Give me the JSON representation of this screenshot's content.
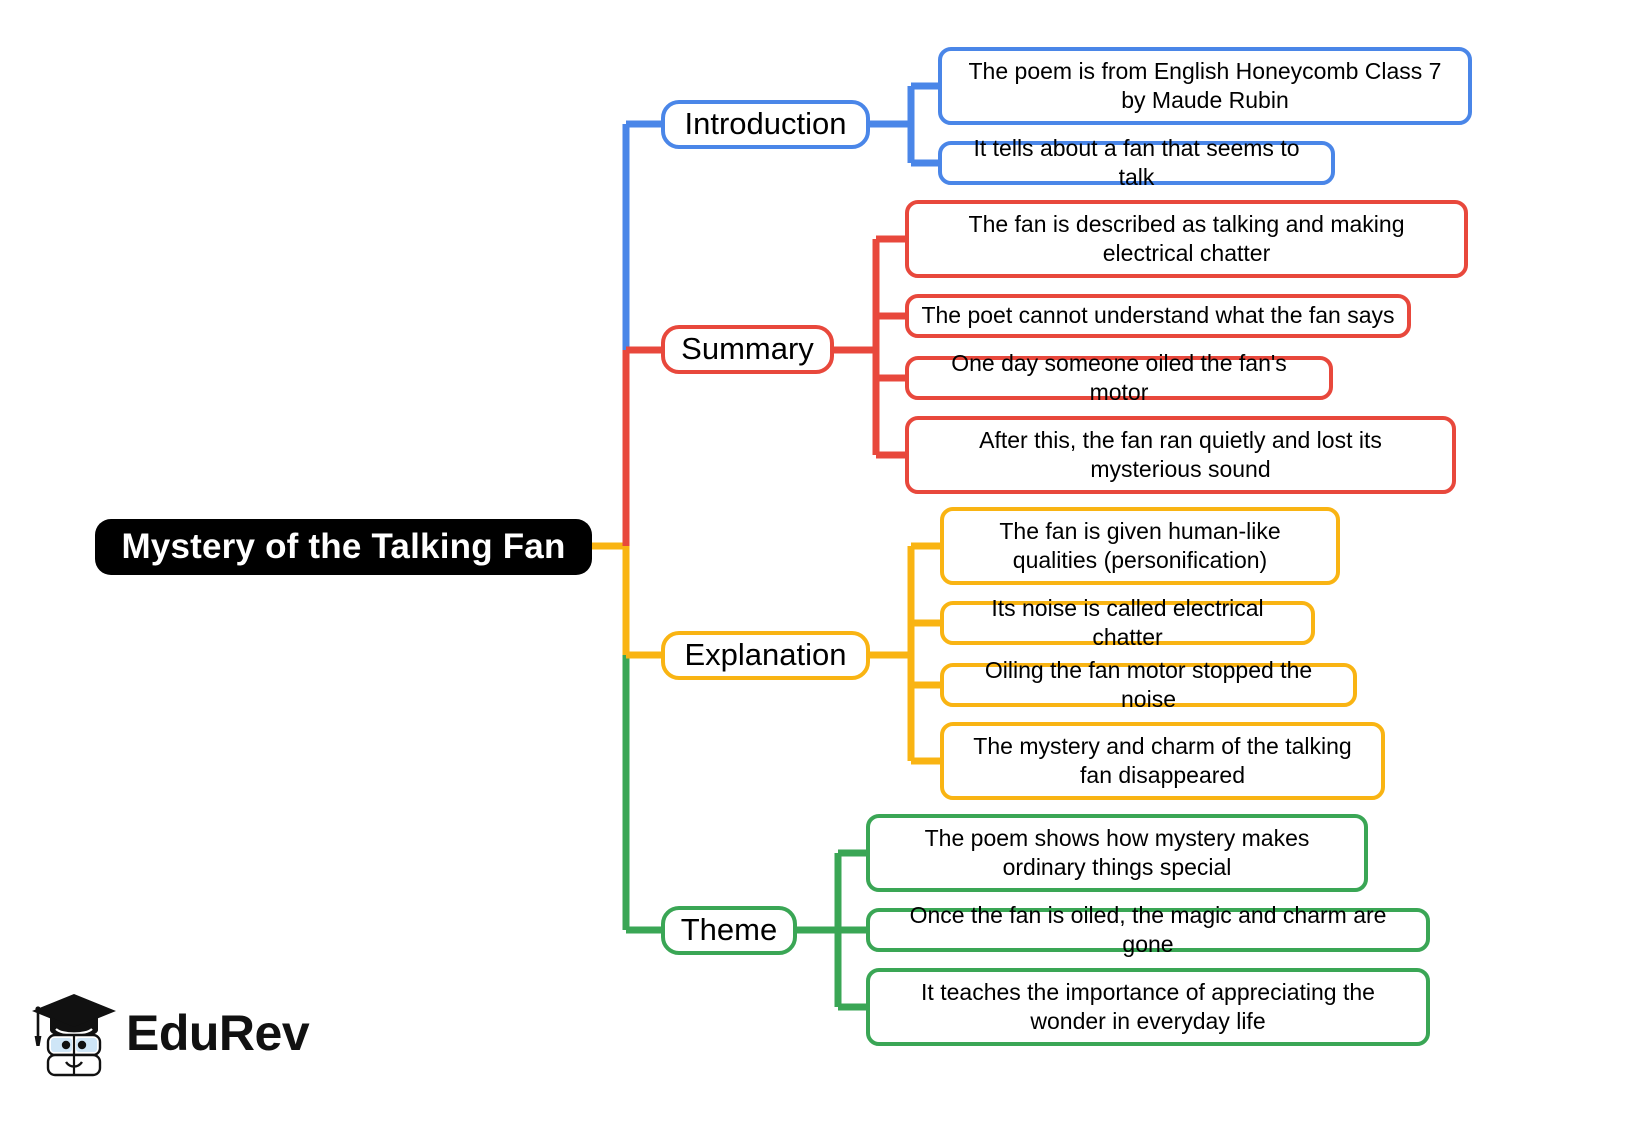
{
  "title": "Mystery of the Talking Fan",
  "colors": {
    "root_bg": "#000000",
    "root_text": "#ffffff",
    "introduction": "#4a86e8",
    "summary": "#e8483c",
    "explanation": "#f9b413",
    "theme": "#3aa655",
    "canvas_bg": "#ffffff",
    "node_text": "#000000"
  },
  "root": {
    "label": "Mystery of the Talking Fan"
  },
  "branches": [
    {
      "id": "introduction",
      "label": "Introduction",
      "color": "#4a86e8",
      "children": [
        {
          "label": "The poem is from English Honeycomb Class 7 by Maude Rubin"
        },
        {
          "label": "It tells about a fan that seems to talk"
        }
      ]
    },
    {
      "id": "summary",
      "label": "Summary",
      "color": "#e8483c",
      "children": [
        {
          "label": "The fan is described as talking and making electrical chatter"
        },
        {
          "label": "The poet cannot understand what the fan says"
        },
        {
          "label": "One day someone oiled the fan's motor"
        },
        {
          "label": "After this, the fan ran quietly and lost its mysterious sound"
        }
      ]
    },
    {
      "id": "explanation",
      "label": "Explanation",
      "color": "#f9b413",
      "children": [
        {
          "label": "The fan is given human-like qualities (personification)"
        },
        {
          "label": "Its noise is called electrical chatter"
        },
        {
          "label": "Oiling the fan motor stopped the noise"
        },
        {
          "label": "The mystery and charm of the talking fan disappeared"
        }
      ]
    },
    {
      "id": "theme",
      "label": "Theme",
      "color": "#3aa655",
      "children": [
        {
          "label": "The poem shows how mystery makes ordinary things special"
        },
        {
          "label": "Once the fan is oiled, the magic and charm are gone"
        },
        {
          "label": "It teaches the importance of appreciating the wonder in everyday life"
        }
      ]
    }
  ],
  "logo": {
    "brand": "EduRev",
    "mark": "graduation-cap-book-mascot-icon"
  }
}
